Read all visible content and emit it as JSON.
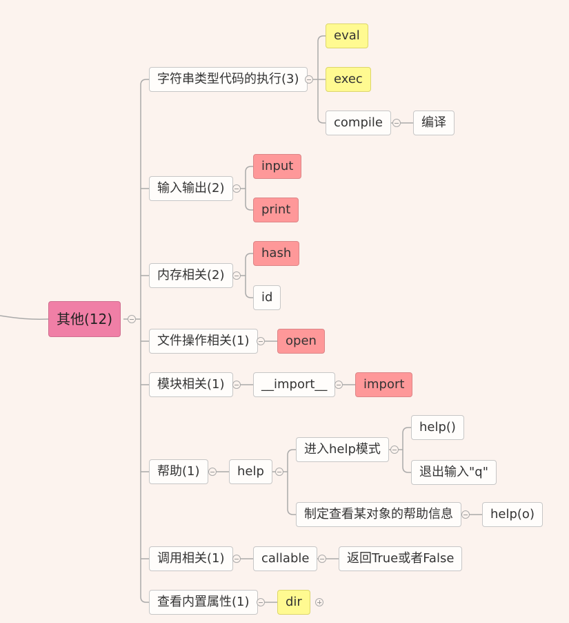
{
  "root": {
    "label": "其他(12)"
  },
  "branches": {
    "string_exec": {
      "label": "字符串类型代码的执行(3)",
      "children": {
        "eval": "eval",
        "exec": "exec",
        "compile": "compile",
        "compile_note": "编译"
      }
    },
    "io": {
      "label": "输入输出(2)",
      "children": {
        "input": "input",
        "print": "print"
      }
    },
    "memory": {
      "label": "内存相关(2)",
      "children": {
        "hash": "hash",
        "id": "id"
      }
    },
    "file": {
      "label": "文件操作相关(1)",
      "children": {
        "open": "open"
      }
    },
    "module": {
      "label": "模块相关(1)",
      "children": {
        "import_func": "__import__",
        "import_kw": "import"
      }
    },
    "help": {
      "label": "帮助(1)",
      "children": {
        "help": "help",
        "enter_mode": "进入help模式",
        "help_call": "help()",
        "exit_input": "退出输入\"q\"",
        "specific": "制定查看某对象的帮助信息",
        "help_obj": "help(o)"
      }
    },
    "call": {
      "label": "调用相关(1)",
      "children": {
        "callable": "callable",
        "returns": "返回True或者False"
      }
    },
    "attrs": {
      "label": "查看内置属性(1)",
      "children": {
        "dir": "dir"
      }
    }
  },
  "colors": {
    "root": "#f07fa6",
    "yellow": "#fffa91",
    "red": "#fe9899",
    "background": "#fcf3ee"
  }
}
